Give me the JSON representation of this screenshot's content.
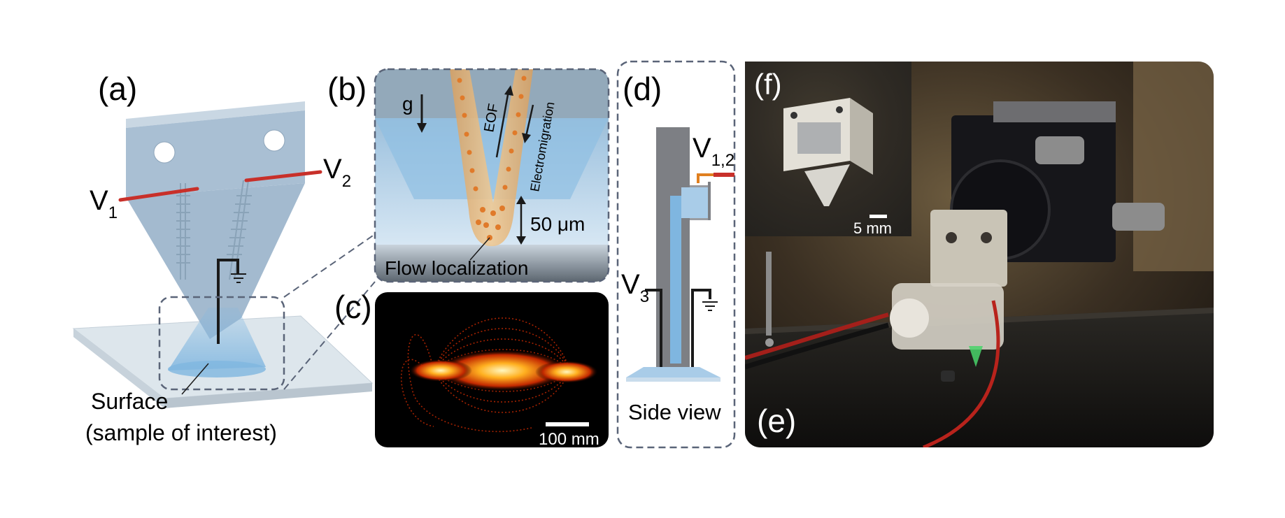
{
  "panels": {
    "a": {
      "label": "(a)",
      "v1_main": "V",
      "v1_sub": "1",
      "v2_main": "V",
      "v2_sub": "2",
      "surface_line1": "Surface",
      "surface_line2": "(sample of interest)"
    },
    "b": {
      "label": "(b)",
      "g": "g",
      "eof": "EOF",
      "electromigration": "Electromigration",
      "distance": "50 μm",
      "flow_localization": "Flow localization"
    },
    "c": {
      "label": "(c)",
      "scale_bar": "100 mm"
    },
    "d": {
      "label": "(d)",
      "v12_main": "V",
      "v12_sub": "1,2",
      "v3_main": "V",
      "v3_sub": "3",
      "side_view": "Side view"
    },
    "e": {
      "label": "(e)"
    },
    "f": {
      "label": "(f)",
      "scale_bar": "5 mm"
    }
  },
  "colors": {
    "device_blue": "#a9bfd3",
    "liquid_blue": "#7fb6e0",
    "wire_red": "#c8302a",
    "dashed": "#5a6478",
    "particle_orange": "#e07a2a"
  }
}
